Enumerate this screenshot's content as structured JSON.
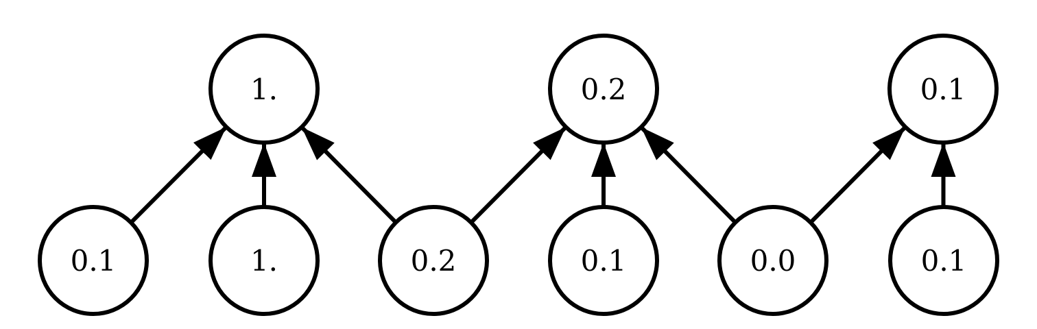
{
  "colors": {
    "background": "#ffffff",
    "node_stroke": "#000000",
    "node_fill": "#ffffff",
    "edge_stroke": "#000000",
    "label_text": "#000000"
  },
  "graph": {
    "top_nodes": [
      {
        "id": "t1",
        "label": "1."
      },
      {
        "id": "t2",
        "label": "0.2"
      },
      {
        "id": "t3",
        "label": "0.1"
      }
    ],
    "bottom_nodes": [
      {
        "id": "b1",
        "label": "0.1"
      },
      {
        "id": "b2",
        "label": "1."
      },
      {
        "id": "b3",
        "label": "0.2"
      },
      {
        "id": "b4",
        "label": "0.1"
      },
      {
        "id": "b5",
        "label": "0.0"
      },
      {
        "id": "b6",
        "label": "0.1"
      }
    ],
    "edges": [
      {
        "from": "b1",
        "to": "t1"
      },
      {
        "from": "b2",
        "to": "t1"
      },
      {
        "from": "b3",
        "to": "t1"
      },
      {
        "from": "b3",
        "to": "t2"
      },
      {
        "from": "b4",
        "to": "t2"
      },
      {
        "from": "b5",
        "to": "t2"
      },
      {
        "from": "b5",
        "to": "t3"
      },
      {
        "from": "b6",
        "to": "t3"
      }
    ]
  }
}
